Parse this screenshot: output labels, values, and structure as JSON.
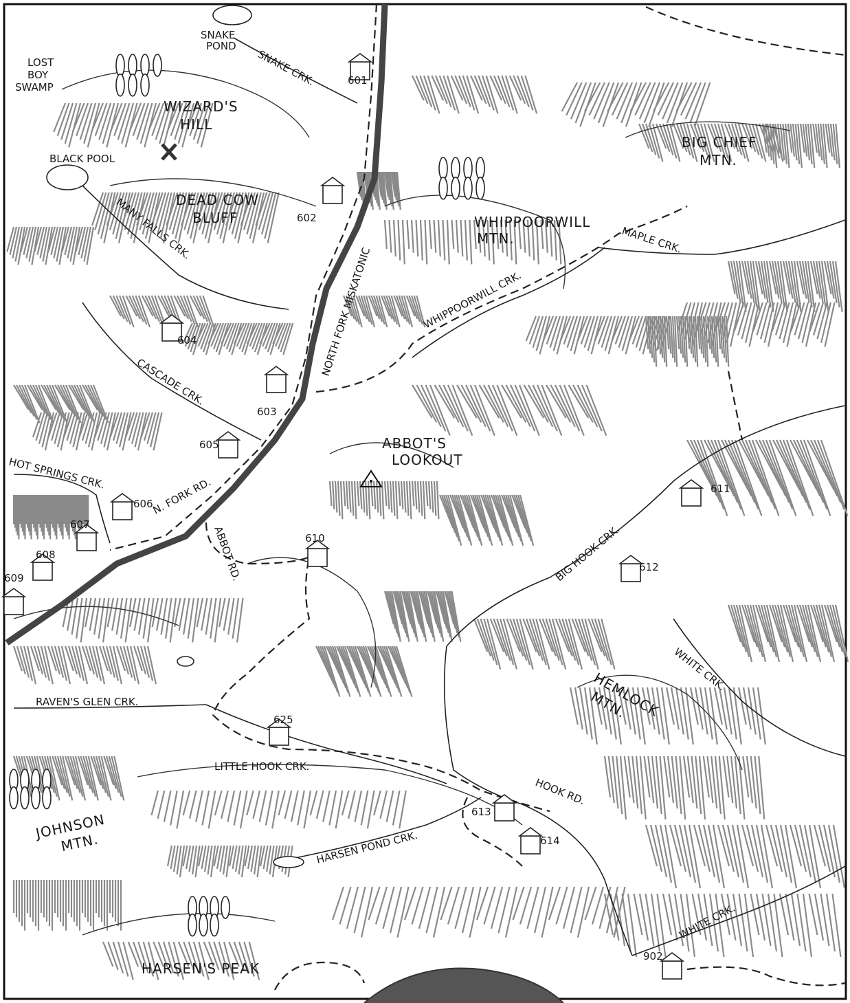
{
  "map": {
    "mountains": [
      {
        "id": "wizards-hill",
        "label": "WIZARD'S\nHILL"
      },
      {
        "id": "dead-cow-bluff",
        "label": "DEAD COW\nBLUFF"
      },
      {
        "id": "whippoorwill-mtn",
        "label": "WHIPPOORWILL\nMTN."
      },
      {
        "id": "big-chief-mtn",
        "label": "BIG CHIEF\nMTN."
      },
      {
        "id": "abbots-lookout",
        "label": "ABBOT'S\nLOOKOUT"
      },
      {
        "id": "hemlock-mtn",
        "label": "HEMLOCK\nMTN."
      },
      {
        "id": "johnson-mtn",
        "label": "JOHNSON\nMTN."
      },
      {
        "id": "harsens-peak",
        "label": "HARSEN'S PEAK"
      }
    ],
    "water": [
      {
        "id": "snake-pond",
        "label": "SNAKE\nPOND"
      },
      {
        "id": "lost-boy-swamp",
        "label": "LOST\nBOY\nSWAMP"
      },
      {
        "id": "black-pool",
        "label": "BLACK POOL"
      },
      {
        "id": "snake-crk",
        "label": "SNAKE CRK."
      },
      {
        "id": "many-falls-crk",
        "label": "MANY FALLS CRK."
      },
      {
        "id": "cascade-crk",
        "label": "CASCADE CRK."
      },
      {
        "id": "hot-springs-crk",
        "label": "HOT SPRINGS CRK."
      },
      {
        "id": "north-fork-miskatonic",
        "label": "NORTH FORK MISKATONIC"
      },
      {
        "id": "maple-crk",
        "label": "MAPLE CRK."
      },
      {
        "id": "whippoorwill-crk",
        "label": "WHIPPOORWILL CRK."
      },
      {
        "id": "big-hook-crk",
        "label": "BIG HOOK CRK."
      },
      {
        "id": "white-crk-1",
        "label": "WHITE CRK."
      },
      {
        "id": "white-crk-2",
        "label": "WHITE CRK."
      },
      {
        "id": "ravens-glen-crk",
        "label": "RAVEN'S GLEN CRK."
      },
      {
        "id": "little-hook-crk",
        "label": "LITTLE HOOK CRK."
      },
      {
        "id": "harsen-pond-crk",
        "label": "HARSEN POND CRK."
      }
    ],
    "roads": [
      {
        "id": "n-fork-rd",
        "label": "N. FORK RD."
      },
      {
        "id": "abbot-rd",
        "label": "ABBOT RD."
      },
      {
        "id": "hook-rd",
        "label": "HOOK RD."
      }
    ],
    "sites": [
      "601",
      "602",
      "603",
      "604",
      "605",
      "606",
      "607",
      "608",
      "609",
      "610",
      "611",
      "612",
      "613",
      "614",
      "625",
      "902"
    ],
    "colors": {
      "ink": "#1a1a1a",
      "hatch": "#8a8a8a",
      "river": "#555555",
      "paper": "#ffffff"
    }
  }
}
